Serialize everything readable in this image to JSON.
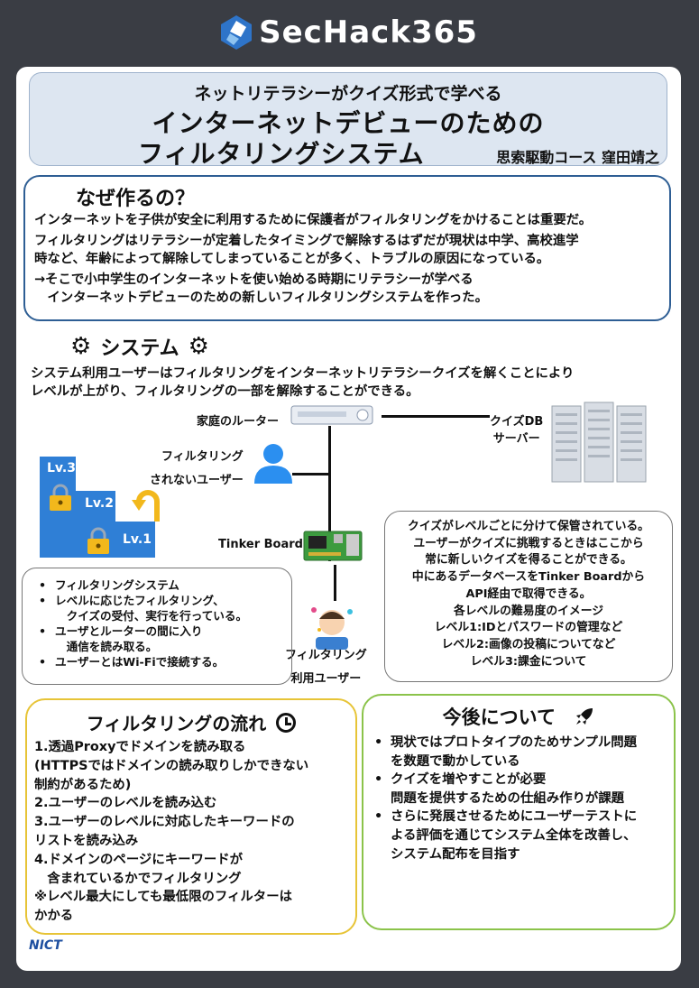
{
  "header": {
    "logo_text": "SecHack365"
  },
  "title": {
    "subtitle": "ネットリテラシーがクイズ形式で学べる",
    "main_line1": "インターネットデビューのための",
    "main_line2": "フィルタリングシステム",
    "author": "思索駆動コース 窪田靖之"
  },
  "why": {
    "heading": "なぜ作るの？",
    "line1": "インターネットを子供が安全に利用するために保護者がフィルタリングをかけることは重要だ。",
    "line2": "フィルタリングはリテラシーが定着したタイミングで解除するはずだが現状は中学、高校進学",
    "line3": "時など、年齢によって解除してしまっていることが多く、トラブルの原因になっている。",
    "line4": "→そこで小中学生のインターネットを使い始める時期にリテラシーが学べる",
    "line5": "　インターネットデビューのための新しいフィルタリングシステムを作った。"
  },
  "system": {
    "heading": "システム",
    "desc1": "システム利用ユーザーはフィルタリングをインターネットリテラシークイズを解くことにより",
    "desc2": "レベルが上がり、フィルタリングの一部を解除することができる。",
    "router_label": "家庭のルーター",
    "quiz_db_label1": "クイズDB",
    "quiz_db_label2": "サーバー",
    "unfiltered_label1": "フィルタリング",
    "unfiltered_label2": "されないユーザー",
    "tinker_label": "Tinker Board",
    "filtered_label1": "フィルタリング",
    "filtered_label2": "利用ユーザー",
    "levels": [
      "Lv.3",
      "Lv.2",
      "Lv.1"
    ],
    "tinker_bullets": [
      "フィルタリングシステム",
      "レベルに応じたフィルタリング、",
      "　クイズの受付、実行を行っている。",
      "ユーザとルーターの間に入り",
      "　通信を読み取る。",
      "ユーザーとはWi-Fiで接続する。"
    ],
    "db_lines": [
      "クイズがレベルごとに分けて保管されている。",
      "ユーザーがクイズに挑戦するときはここから",
      "常に新しいクイズを得ることができる。",
      "中にあるデータベースをTinker Boardから",
      "API経由で取得できる。",
      "各レベルの難易度のイメージ",
      "レベル1:IDとパスワードの管理など",
      "レベル2:画像の投稿についてなど",
      "レベル3:課金について"
    ]
  },
  "flow": {
    "heading": "フィルタリングの流れ",
    "lines": [
      "1.透過Proxyでドメインを読み取る",
      "(HTTPSではドメインの読み取りしかできない",
      "制約があるため)",
      "2.ユーザーのレベルを読み込む",
      "3.ユーザーのレベルに対応したキーワードの",
      "リストを読み込み",
      "4.ドメインのページにキーワードが",
      "　含まれているかでフィルタリング",
      "※レベル最大にしても最低限のフィルターは",
      "かかる"
    ]
  },
  "future": {
    "heading": "今後について",
    "items": [
      "現状ではプロトタイプのためサンプル問題",
      "を数題で動かしている",
      "クイズを増やすことが必要",
      "問題を提供するための仕組み作りが課題",
      "さらに発展させるためにユーザーテストに",
      "よる評価を通じてシステム全体を改善し、",
      "システム配布を目指す"
    ]
  },
  "footer": {
    "logo_text": "NICT"
  },
  "colors": {
    "background": "#3a3d44",
    "title_bg": "#dde6f1",
    "why_border": "#2e5e94",
    "flow_border": "#e7c437",
    "future_border": "#8bc34a",
    "level_blue": "#2f7fd6"
  }
}
